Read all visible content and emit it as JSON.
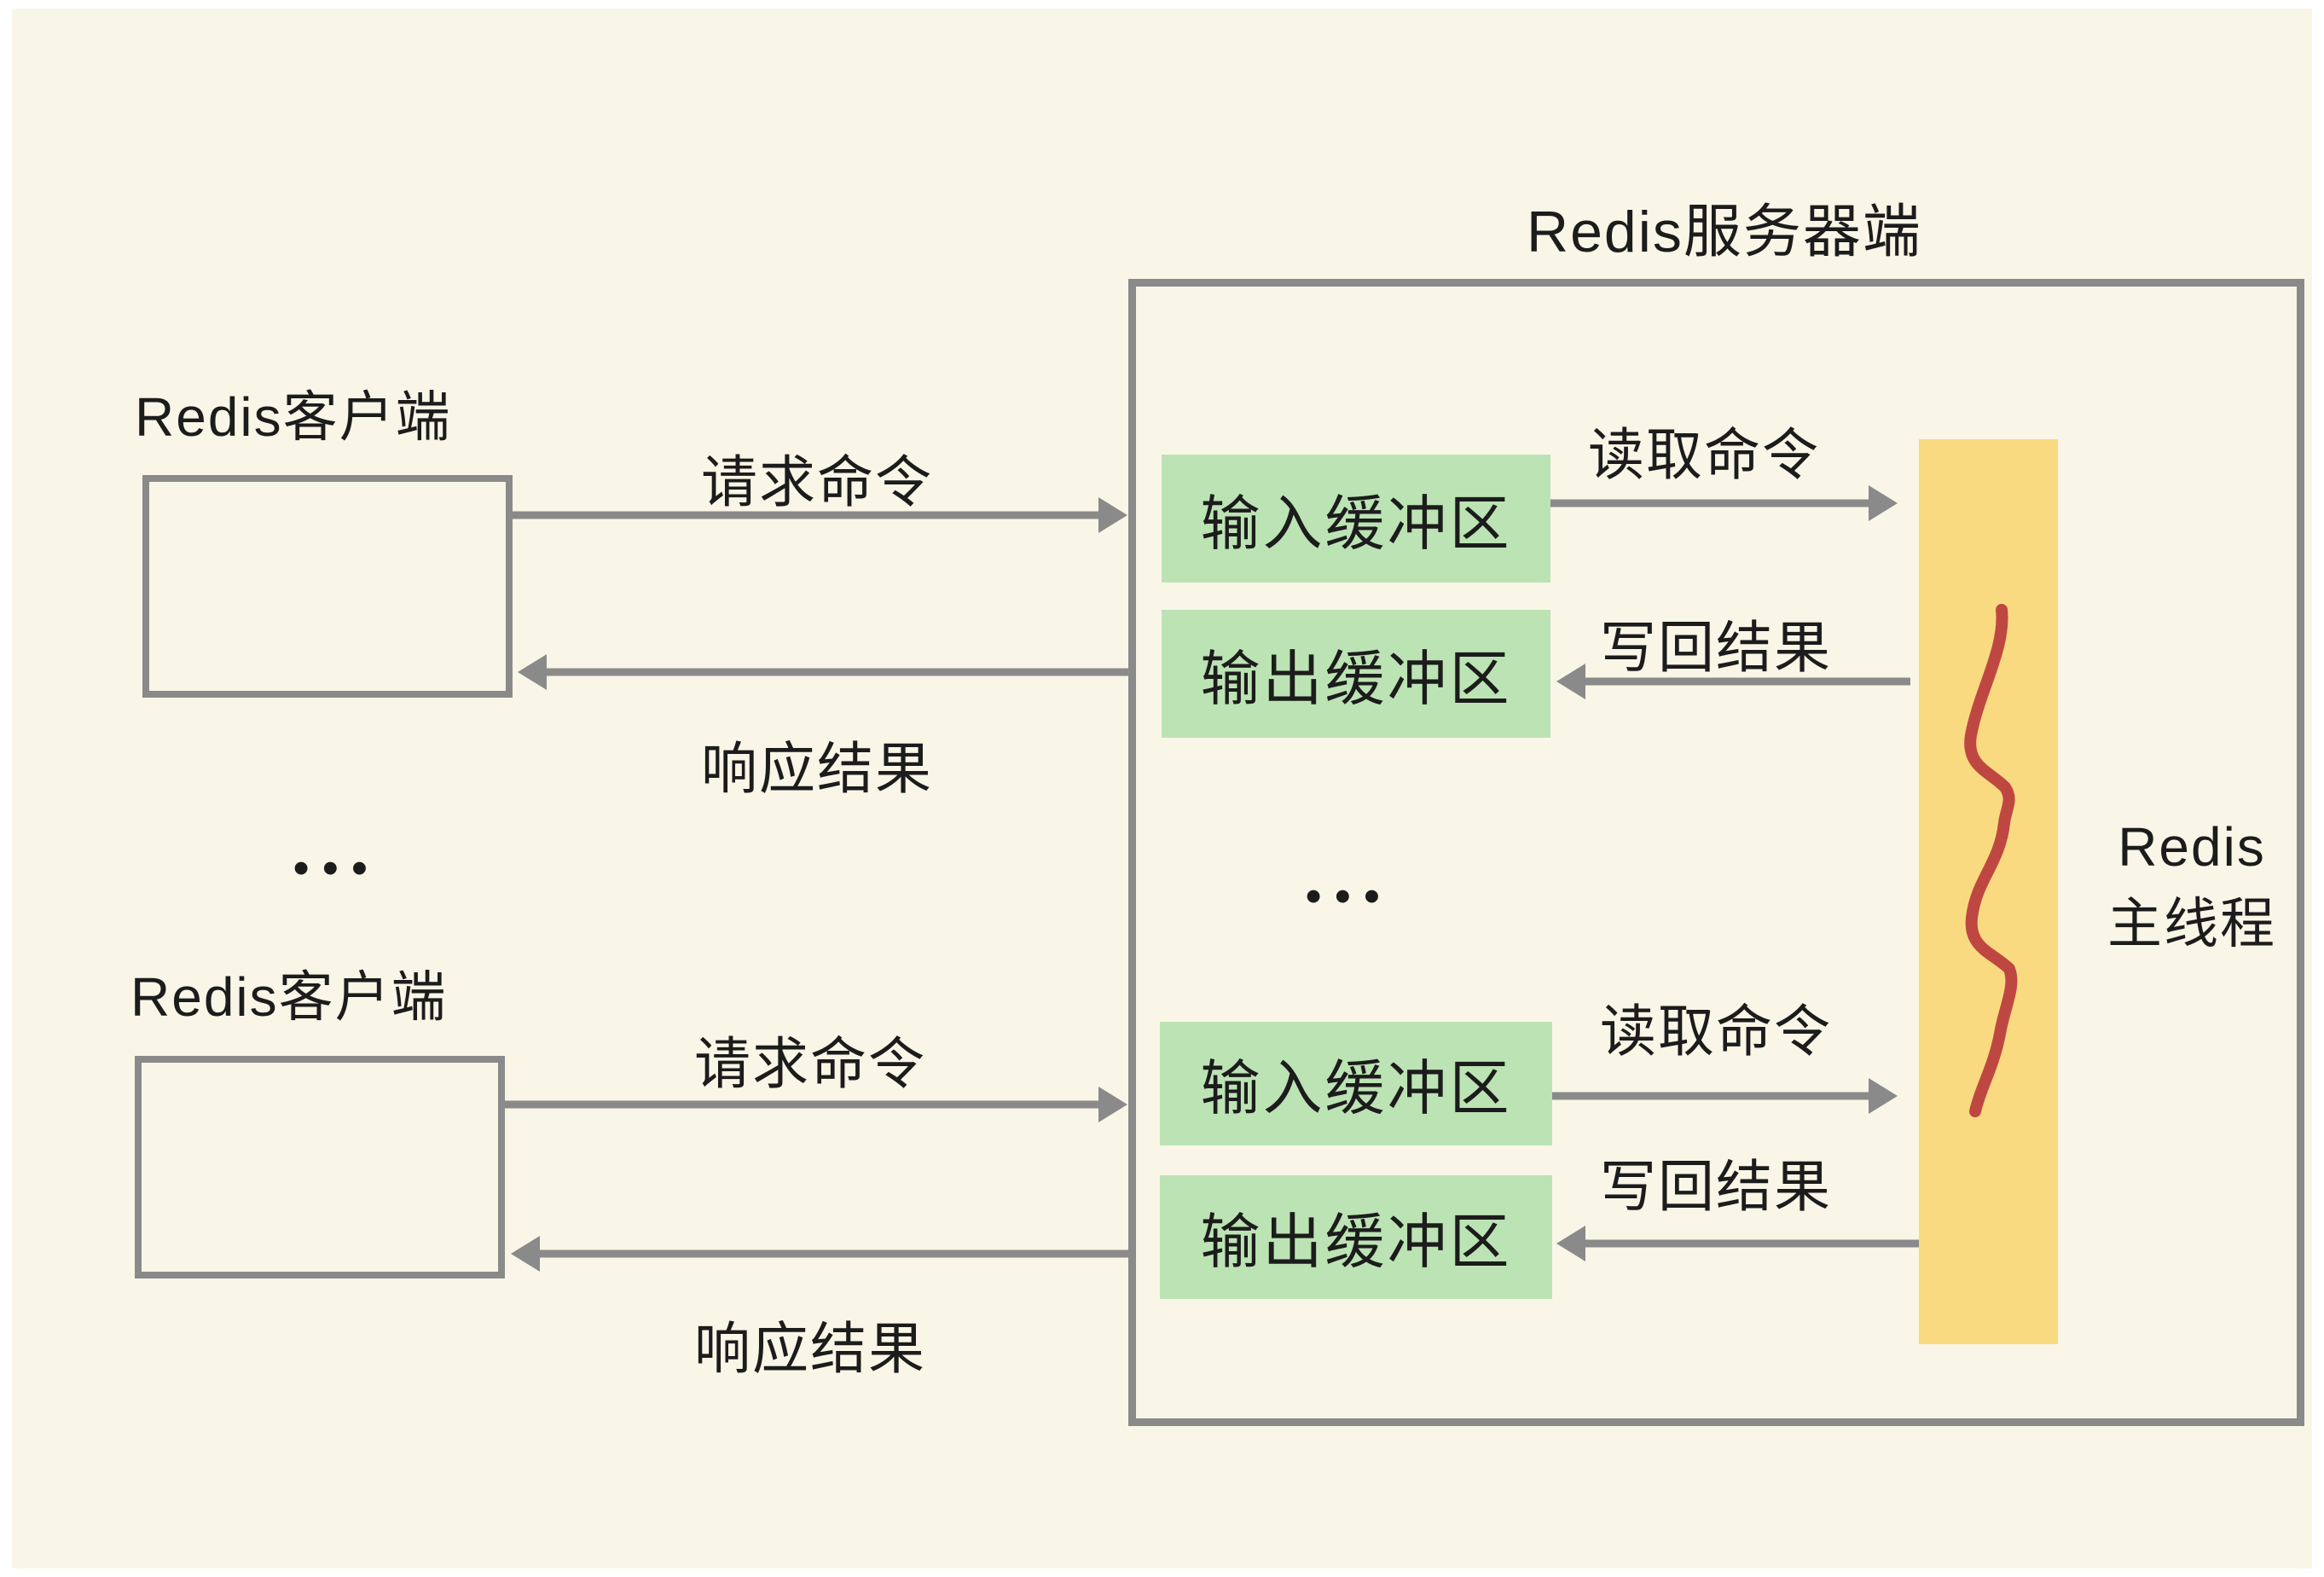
{
  "labels": {
    "server_title": "Redis服务器端",
    "client": "Redis客户端",
    "input_buffer": "输入缓冲区",
    "output_buffer": "输出缓冲区",
    "request": "请求命令",
    "response": "响应结果",
    "read": "读取命令",
    "write_back": "写回结果",
    "main_thread_line1": "Redis",
    "main_thread_line2": "主线程",
    "ellipsis": "•••"
  },
  "colors": {
    "background": "#f9f6e7",
    "box_green": "#bce3b4",
    "thread_yellow": "#fada80",
    "squiggle_red": "#bf4742",
    "line_gray": "#8a8a8a",
    "text": "#1c1c1c"
  }
}
